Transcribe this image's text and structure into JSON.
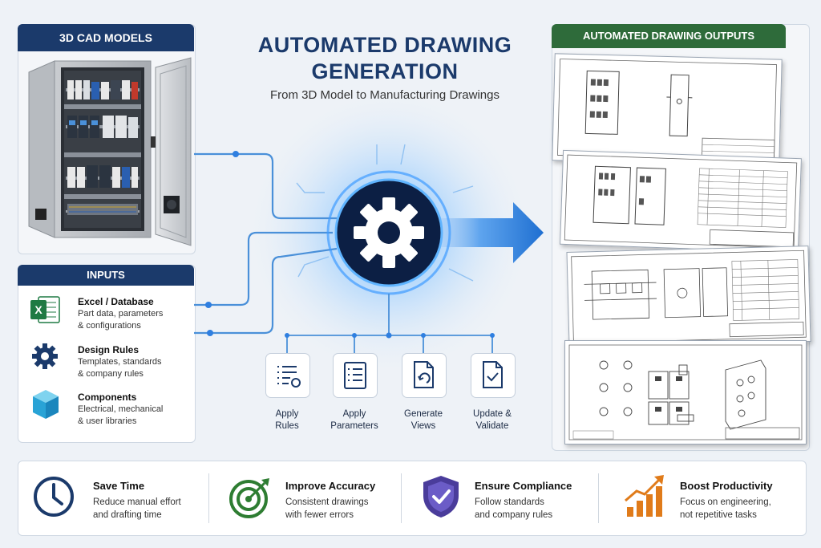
{
  "title": "AUTOMATED DRAWING GENERATION",
  "subtitle": "From 3D Model to Manufacturing Drawings",
  "cad_models": {
    "label": "3D CAD MODELS"
  },
  "inputs": {
    "label": "INPUTS",
    "items": [
      {
        "title": "Excel / Database",
        "desc1": "Part data, parameters",
        "desc2": "& configurations",
        "icon": "excel-icon"
      },
      {
        "title": "Design Rules",
        "desc1": "Templates, standards",
        "desc2": "& company rules",
        "icon": "gear-icon"
      },
      {
        "title": "Components",
        "desc1": "Electrical, mechanical",
        "desc2": "& user libraries",
        "icon": "cube-icon"
      }
    ]
  },
  "outputs": {
    "label": "AUTOMATED DRAWING OUTPUTS"
  },
  "steps": [
    {
      "line1": "Apply",
      "line2": "Rules",
      "icon": "list-icon"
    },
    {
      "line1": "Apply",
      "line2": "Parameters",
      "icon": "checklist-icon"
    },
    {
      "line1": "Generate",
      "line2": "Views",
      "icon": "document-refresh-icon"
    },
    {
      "line1": "Update &",
      "line2": "Validate",
      "icon": "document-check-icon"
    }
  ],
  "benefits": [
    {
      "title": "Save Time",
      "desc1": "Reduce manual effort",
      "desc2": "and drafting time",
      "icon": "clock-icon",
      "color": "#1b3a6b"
    },
    {
      "title": "Improve Accuracy",
      "desc1": "Consistent drawings",
      "desc2": "with fewer errors",
      "icon": "target-icon",
      "color": "#2e7d32"
    },
    {
      "title": "Ensure Compliance",
      "desc1": "Follow standards",
      "desc2": "and company rules",
      "icon": "shield-check-icon",
      "color": "#4a3c9b"
    },
    {
      "title": "Boost Productivity",
      "desc1": "Focus on engineering,",
      "desc2": "not repetitive tasks",
      "icon": "growth-chart-icon",
      "color": "#e07b1a"
    }
  ],
  "colors": {
    "navy": "#1b3a6b",
    "green": "#2e6b3a",
    "accent_blue": "#2f7fe0"
  }
}
